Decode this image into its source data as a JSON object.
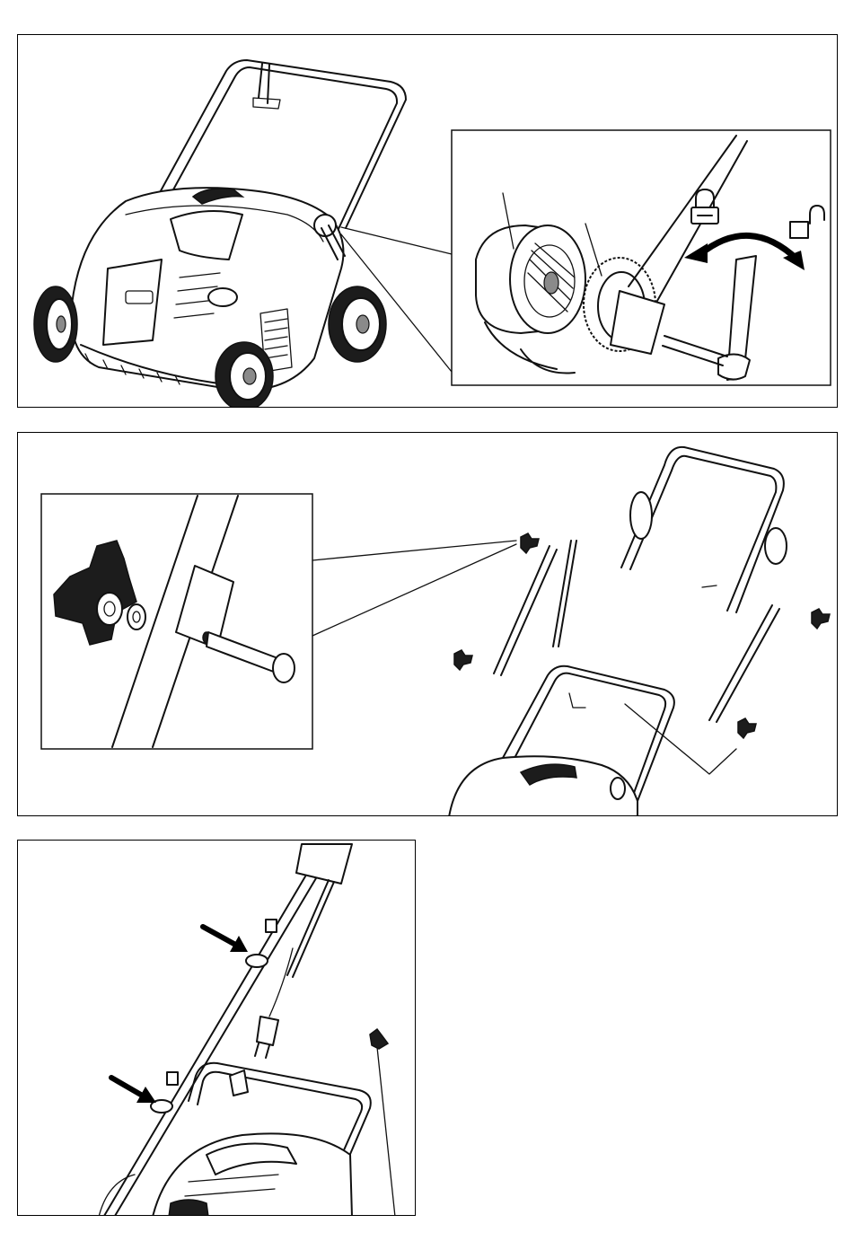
{
  "figures": [
    {
      "id": "fig-1",
      "inset": {
        "icons": [
          "lock-closed-icon",
          "lock-open-icon",
          "curved-double-arrow-icon"
        ]
      }
    },
    {
      "id": "fig-2",
      "inset": {
        "icons": [
          "star-knob-icon",
          "washer-icon",
          "bolt-icon"
        ]
      }
    },
    {
      "id": "fig-3",
      "icons": [
        "arrow-icon",
        "arrow-icon"
      ]
    }
  ],
  "colors": {
    "line": "#111111",
    "background": "#ffffff"
  }
}
